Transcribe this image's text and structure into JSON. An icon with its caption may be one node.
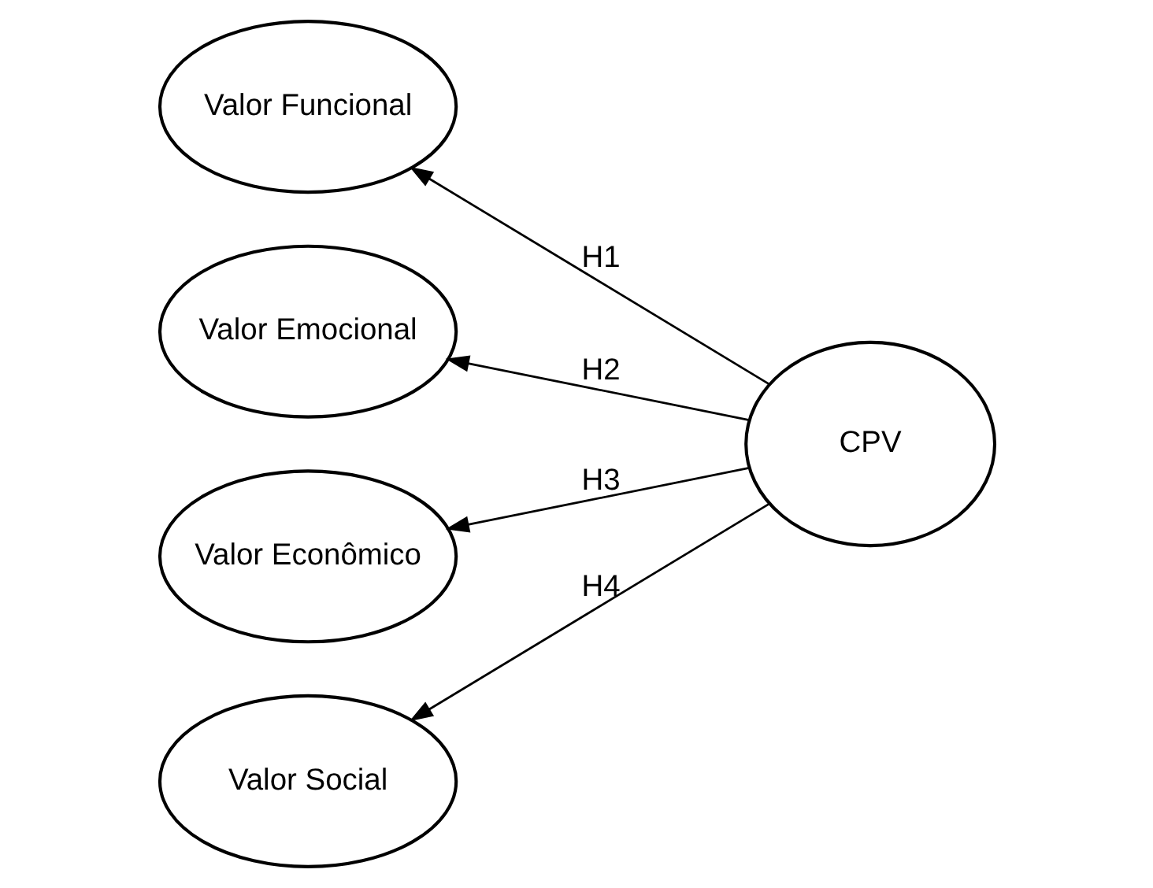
{
  "diagram": {
    "nodes": [
      {
        "text": [
          "Valor Funcional"
        ]
      },
      {
        "text": [
          "Valor Emocional"
        ]
      },
      {
        "text": [
          "CPV"
        ]
      },
      {
        "text": [
          "Valor Econômico"
        ]
      },
      {
        "text": [
          "Valor Social"
        ]
      }
    ],
    "edges": [
      {
        "from": 2,
        "to": 0,
        "arrow": "to",
        "label": "H1"
      },
      {
        "from": 2,
        "to": 1,
        "arrow": "to",
        "label": "H2"
      },
      {
        "from": 2,
        "to": 3,
        "arrow": "to",
        "label": "H3"
      },
      {
        "from": 2,
        "to": 4,
        "arrow": "to",
        "label": "H4"
      }
    ]
  }
}
